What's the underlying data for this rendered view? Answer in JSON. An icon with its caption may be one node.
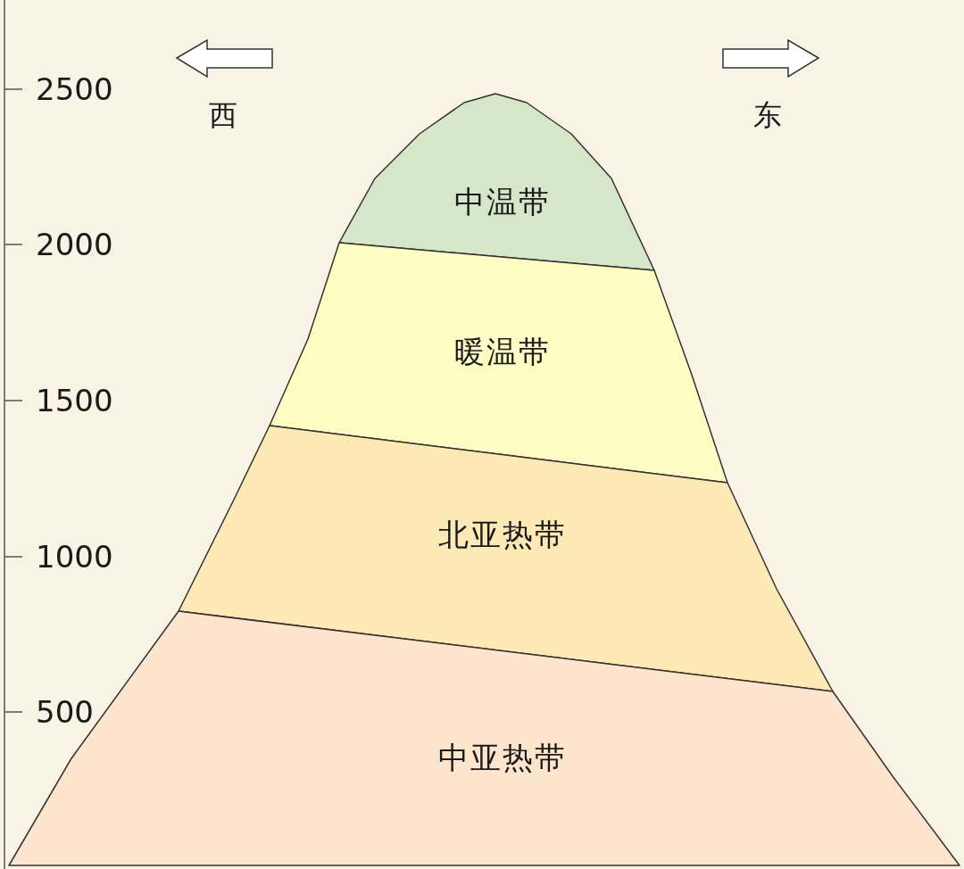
{
  "diagram": {
    "nodes": [
      {
        "text": [
          "中温带"
        ]
      },
      {
        "text": [
          "暖温带"
        ]
      },
      {
        "text": [
          "北亚热带"
        ]
      },
      {
        "text": [
          "中亚热带"
        ]
      }
    ],
    "labels": [
      "2500",
      "西",
      "东",
      "2000",
      "1500",
      "1000",
      "500"
    ]
  }
}
